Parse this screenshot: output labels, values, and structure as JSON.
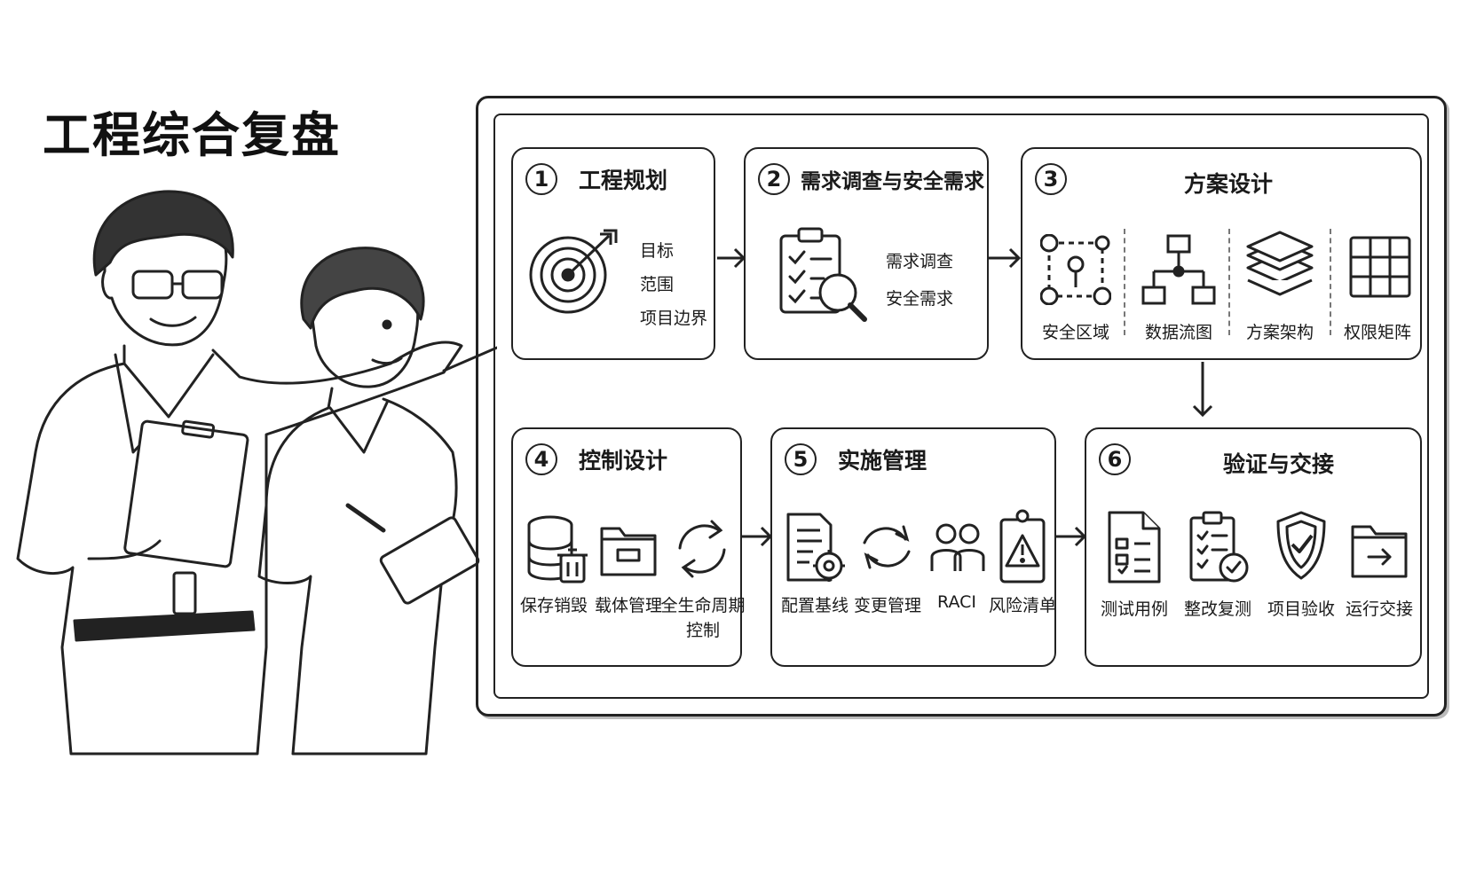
{
  "title": "工程综合复盘",
  "stages": [
    {
      "num": "1",
      "title": "工程规划",
      "items": [
        "目标",
        "范围",
        "项目边界"
      ],
      "icons": [
        "target-icon"
      ]
    },
    {
      "num": "2",
      "title": "需求调查与安全需求",
      "items": [
        "需求调查",
        "安全需求"
      ],
      "icons": [
        "clipboard-search-icon"
      ]
    },
    {
      "num": "3",
      "title": "方案设计",
      "items": [
        "安全区域",
        "数据流图",
        "方案架构",
        "权限矩阵"
      ],
      "icons": [
        "security-zone-icon",
        "data-flow-icon",
        "layers-icon",
        "grid-matrix-icon"
      ]
    },
    {
      "num": "4",
      "title": "控制设计",
      "items": [
        "保存销毁",
        "载体管理",
        "全生命周期",
        "控制"
      ],
      "icons": [
        "database-trash-icon",
        "folder-icon",
        "cycle-arrows-icon"
      ]
    },
    {
      "num": "5",
      "title": "实施管理",
      "items": [
        "配置基线",
        "变更管理",
        "RACI",
        "风险清单"
      ],
      "icons": [
        "document-gear-icon",
        "refresh-icon",
        "people-icon",
        "warning-clipboard-icon"
      ]
    },
    {
      "num": "6",
      "title": "验证与交接",
      "items": [
        "测试用例",
        "整改复测",
        "项目验收",
        "运行交接"
      ],
      "icons": [
        "test-checklist-icon",
        "checklist-approve-icon",
        "shield-check-icon",
        "folder-arrow-icon"
      ]
    }
  ],
  "colors": {
    "ink": "#1a1a1a",
    "paper": "#ffffff"
  }
}
